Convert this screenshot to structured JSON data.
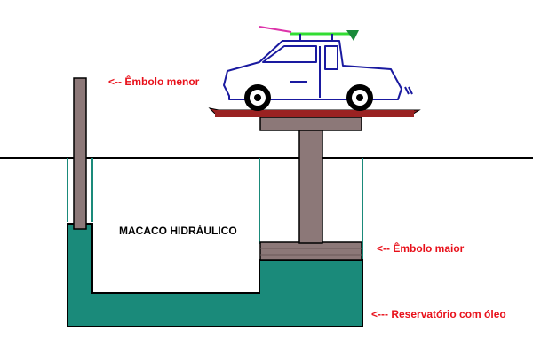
{
  "labels": {
    "small_piston": "<-- Êmbolo menor",
    "large_piston": "<-- Êmbolo maior",
    "reservoir": "<--- Reservatório com óleo",
    "device": "MACACO HIDRÁULICO"
  },
  "colors": {
    "oil": "#1a8a7a",
    "piston": "#8c7878",
    "platform": "#9a2222",
    "label_accent": "#e8101a",
    "outline": "#000000",
    "car_line": "#1a1aa0"
  }
}
